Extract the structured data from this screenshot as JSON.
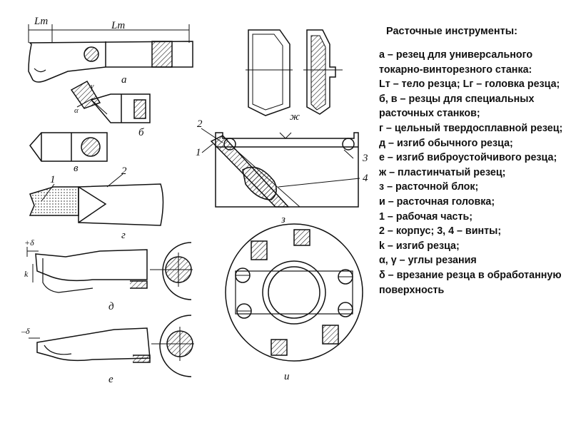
{
  "legend": {
    "title": "Расточные инструменты:",
    "items": [
      "а – резец для универсального токарно-винторезного станка:",
      "Lт – тело резца; Lг – головка резца;",
      "б, в – резцы для специальных расточных станков;",
      "г – цельный твердосплавной резец;",
      "д – изгиб обычного резца;",
      "е – изгиб виброустойчивого резца;",
      "ж – пластинчатый резец;",
      "з – расточной блок;",
      "и – расточная головка;",
      "1 – рабочая часть;",
      "2 – корпус; 3, 4 – винты;",
      "k – изгиб резца;",
      "α, γ – углы резания",
      "δ – врезание резца в обработанную поверхность"
    ]
  },
  "figure_labels": {
    "a": "а",
    "b": "б",
    "v": "в",
    "g": "г",
    "d": "д",
    "e": "е",
    "zh": "ж",
    "z": "з",
    "i": "и",
    "lt": "Lт",
    "lg": "Lт",
    "num1": "1",
    "num2": "2",
    "num3": "3",
    "num4": "4",
    "gamma": "γ",
    "alpha": "α",
    "k": "k",
    "delta_plus": "+δ",
    "delta_minus": "–δ"
  },
  "colors": {
    "ink": "#111111",
    "background": "#ffffff"
  }
}
